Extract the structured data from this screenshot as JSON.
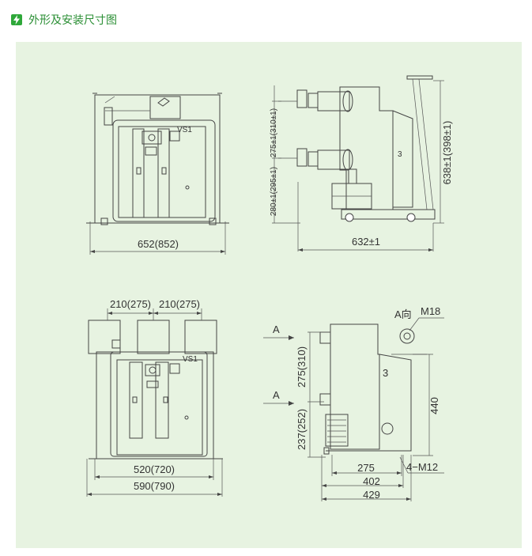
{
  "header": {
    "title": "外形及安装尺寸图",
    "icon": "lightning-icon",
    "accent_color": "#2fa83a"
  },
  "panel": {
    "background": "#e7f3e1"
  },
  "front_top": {
    "badge": "VS1",
    "width_label": "652(852)"
  },
  "side_top": {
    "dim_a": "275±1(310±1)",
    "dim_b": "280±1(295±1)",
    "dim_height": "638±1(398±1)",
    "dim_width": "632±1",
    "ref_number": "3"
  },
  "front_bottom": {
    "badge": "VS1",
    "pitch_left": "210(275)",
    "pitch_right": "210(275)",
    "inner_width": "520(720)",
    "outer_width": "590(790)"
  },
  "side_bottom": {
    "arrow_a_top": "A",
    "arrow_a_bottom": "A",
    "view_label": "A向",
    "bolt_label": "M18",
    "dim_upper": "275(310)",
    "dim_lower": "237(252)",
    "dim_height": "440",
    "dim_275": "275",
    "dim_402": "402",
    "dim_429": "429",
    "mount_label": "4−M12",
    "ref_number": "3"
  }
}
